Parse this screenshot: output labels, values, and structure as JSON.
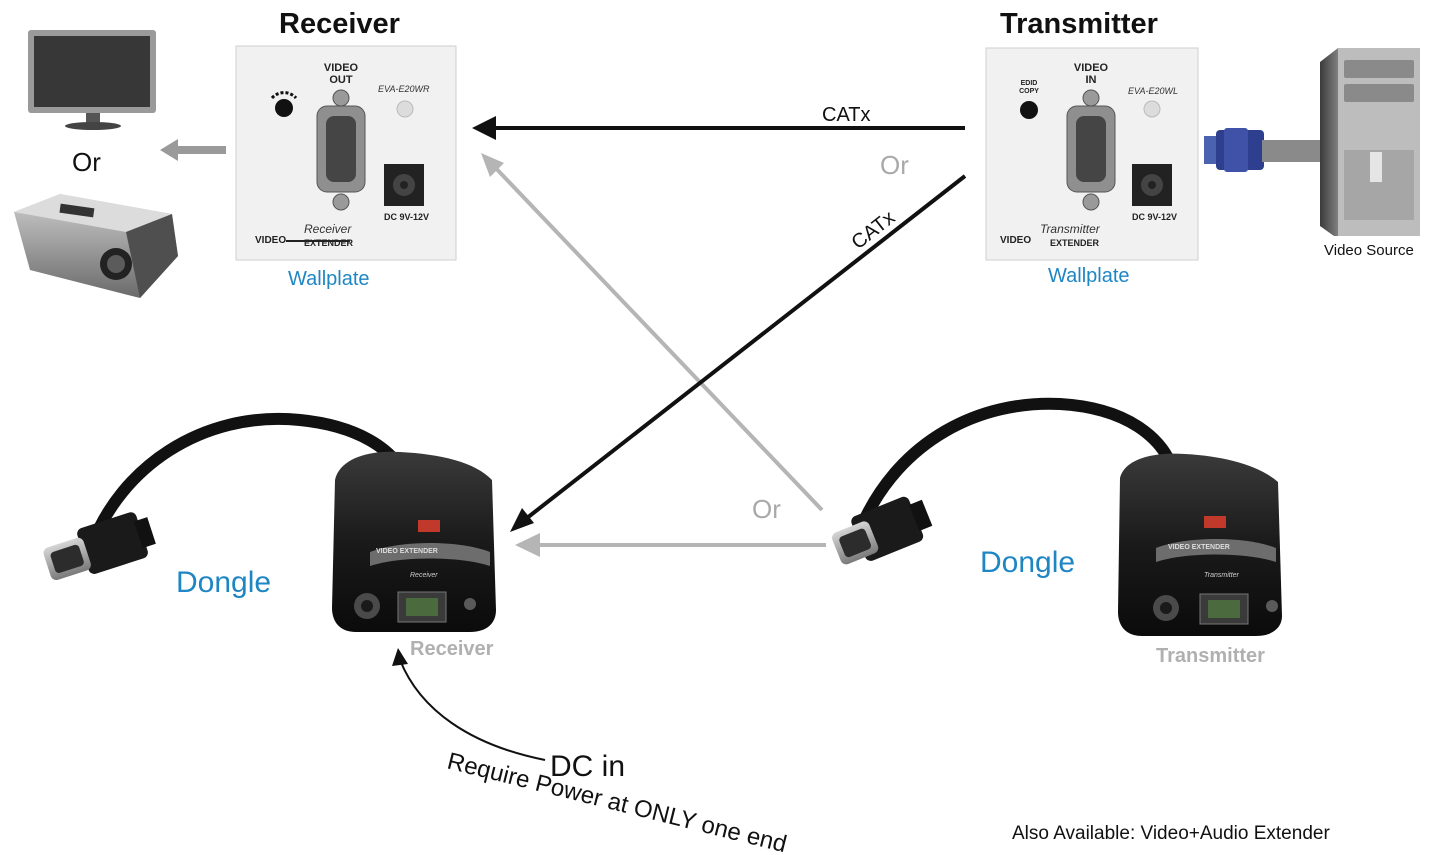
{
  "receiver_header": "Receiver",
  "transmitter_header": "Transmitter",
  "receiver_plate": {
    "title_line1": "VIDEO",
    "title_line2": "OUT",
    "model": "EVA-E20WR",
    "dc": "DC 9V-12V",
    "script": "Receiver",
    "brand1": "VIDEO",
    "brand2": "EXTENDER",
    "label": "Wallplate"
  },
  "transmitter_plate": {
    "title_line1": "VIDEO",
    "title_line2": "IN",
    "edid1": "EDID",
    "edid2": "COPY",
    "model": "EVA-E20WL",
    "dc": "DC 9V-12V",
    "script": "Transmitter",
    "brand1": "VIDEO",
    "brand2": "EXTENDER",
    "label": "Wallplate"
  },
  "display_or": "Or",
  "video_source": "Video Source",
  "catx_top": "CATx",
  "catx_diag": "CATx",
  "or_upper": "Or",
  "or_lower": "Or",
  "dongle_left": {
    "title": "Dongle",
    "sub": "Receiver",
    "label_brand1": "VIDEO",
    "label_brand2": "EXTENDER",
    "port": "Receiver"
  },
  "dongle_right": {
    "title": "Dongle",
    "sub": "Transmitter",
    "label_brand1": "VIDEO",
    "label_brand2": "EXTENDER",
    "port": "Transmitter"
  },
  "dc_in": "DC in",
  "power_note": "Require Power at ONLY one end",
  "also_available": "Also Available: Video+Audio Extender",
  "colors": {
    "blue_label": "#1f86c4",
    "grey_arrow": "#b5b5b5",
    "dark_arrow": "#111111"
  }
}
